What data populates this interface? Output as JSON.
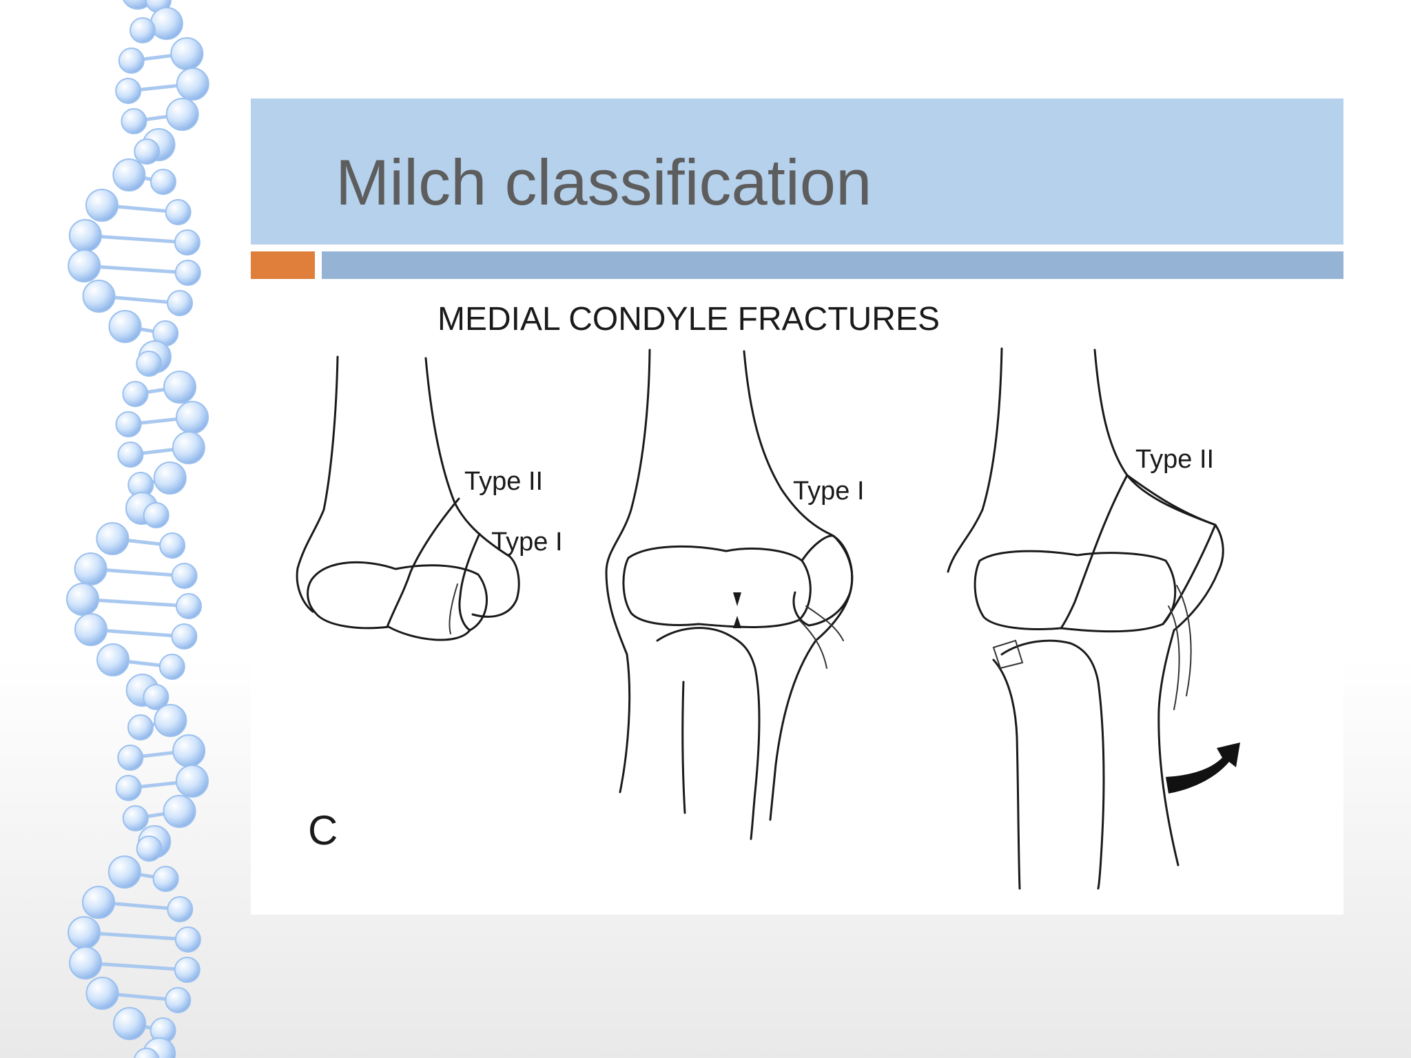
{
  "slide": {
    "title": "Milch classification"
  },
  "figure": {
    "heading": "MEDIAL CONDYLE FRACTURES",
    "labels": {
      "left_type_2": "Type II",
      "left_type_1": "Type I",
      "middle_type_1": "Type I",
      "right_type_2": "Type II"
    },
    "panel_letter": "C"
  },
  "colors": {
    "title_band": "#b6d1ec",
    "accent_orange": "#e07f3c",
    "accent_blue_bar": "#95b3d5",
    "title_text": "#5d5d5d",
    "dna_molecule": "#cfe3fb"
  },
  "icons": {
    "decoration": "dna-helix-icon",
    "figure_arrow": "curved-arrow-icon"
  }
}
